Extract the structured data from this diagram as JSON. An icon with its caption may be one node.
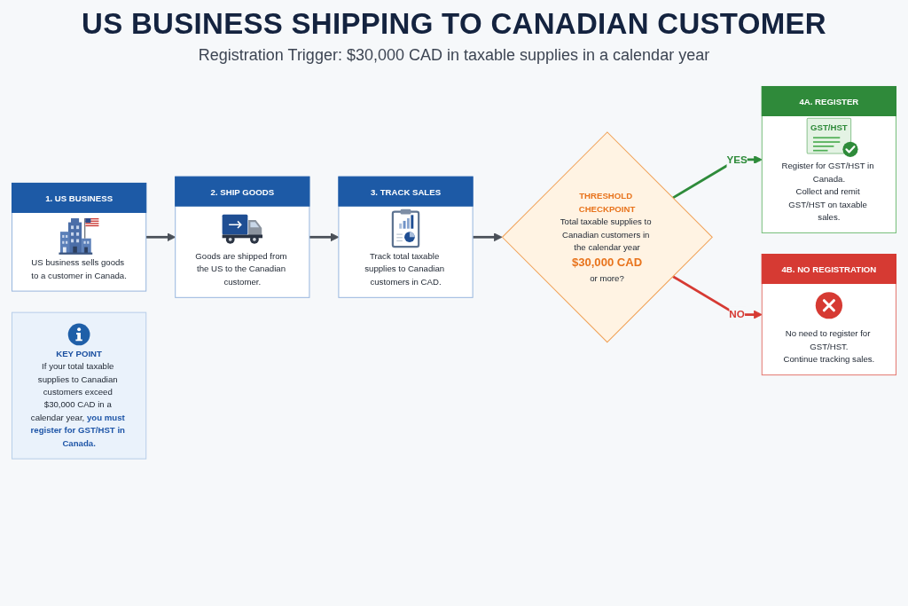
{
  "diagram": {
    "title": "US BUSINESS SHIPPING TO CANADIAN CUSTOMER",
    "nodes": [
      {
        "text": [
          "1. US BUSINESS",
          "US business sells goods to a customer in Canada."
        ]
      },
      {
        "text": [
          "2. SHIP GOODS",
          "Goods are shipped from the US to the Canadian customer."
        ]
      },
      {
        "text": [
          "3. TRACK SALES",
          "Track total taxable supplies to Canadian customers in CAD."
        ]
      },
      {
        "text": [
          "THRESHOLD CHECKPOINT",
          "Total taxable supplies to Canadian customers in the calendar year",
          "$30,000 CAD",
          "or more?"
        ]
      },
      {
        "text": [
          "4A. REGISTER",
          "GST/HST",
          "Register for GST/HST in Canada.",
          "Collect and remit GST/HST on taxable sales."
        ]
      },
      {
        "text": [
          "4B. NO REGISTRATION",
          "No need to register for GST/HST.",
          "Continue tracking sales."
        ]
      },
      {
        "text": [
          "KEY POINT",
          "If your total taxable supplies to Canadian customers exceed $30,000 CAD in a calendar year, **you must register for GST/HST in Canada.**"
        ]
      }
    ],
    "edges": [
      {
        "from": 0,
        "to": 1,
        "arrow": "to"
      },
      {
        "from": 1,
        "to": 2,
        "arrow": "to"
      },
      {
        "from": 2,
        "to": 3,
        "arrow": "to"
      },
      {
        "from": 3,
        "to": 4,
        "arrow": "to",
        "label": "YES",
        "color": "#2e8b3a"
      },
      {
        "from": 3,
        "to": 5,
        "arrow": "to",
        "label": "NO",
        "color": "#d63a33"
      }
    ],
    "labels": [
      "Registration Trigger: $30,000 CAD in taxable supplies in a calendar year"
    ]
  }
}
